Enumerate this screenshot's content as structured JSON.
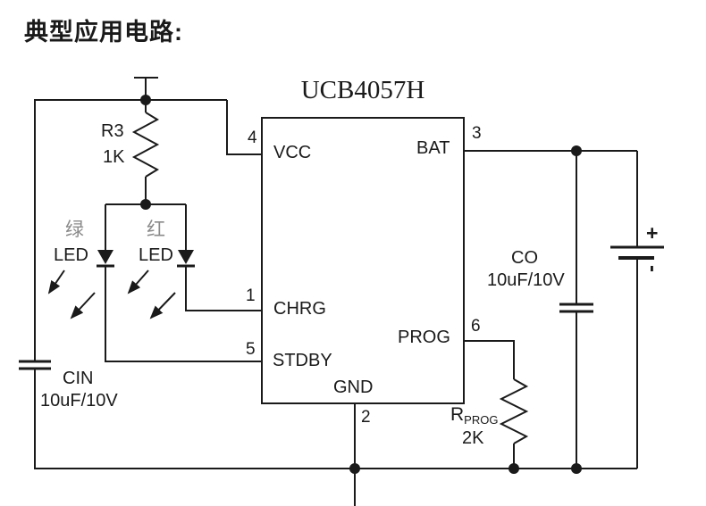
{
  "title": "典型应用电路:",
  "ic": {
    "name": "UCB4057H",
    "pins": {
      "vcc": {
        "label": "VCC",
        "number": "4"
      },
      "bat": {
        "label": "BAT",
        "number": "3"
      },
      "chrg": {
        "label": "CHRG",
        "number": "1"
      },
      "stdby": {
        "label": "STDBY",
        "number": "5"
      },
      "prog": {
        "label": "PROG",
        "number": "6"
      },
      "gnd": {
        "label": "GND",
        "number": "2"
      }
    }
  },
  "components": {
    "r3": {
      "ref": "R3",
      "value": "1K"
    },
    "rprog": {
      "ref": "R",
      "sub": "PROG",
      "value": "2K"
    },
    "cin": {
      "ref": "CIN",
      "value": "10uF/10V"
    },
    "co": {
      "ref": "CO",
      "value": "10uF/10V"
    },
    "led_green": {
      "color_label": "绿",
      "label": "LED"
    },
    "led_red": {
      "color_label": "红",
      "label": "LED"
    },
    "battery": {
      "plus": "+",
      "minus": "-"
    }
  },
  "colors": {
    "wire": "#1a1a1a",
    "muted_label": "#8a8a8a",
    "background": "#ffffff"
  }
}
